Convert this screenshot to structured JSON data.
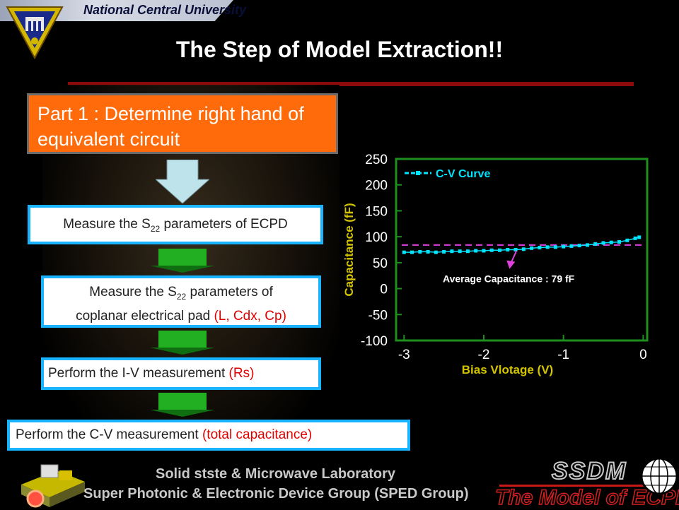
{
  "header": {
    "university": "National Central University",
    "title": "The Step of Model Extraction!!"
  },
  "part1": {
    "text": "Part 1 : Determine right hand of equivalent circuit"
  },
  "steps": {
    "s1": {
      "pre": "Measure the S",
      "sub": "22",
      "post": " parameters of ECPD"
    },
    "s2": {
      "pre": "Measure the S",
      "sub": "22",
      "post": " parameters of",
      "line2": "coplanar electrical pad ",
      "red": "(L, Cdx, Cp)"
    },
    "s3": {
      "text": "Perform the I-V measurement ",
      "red": "(Rs)"
    },
    "s4": {
      "text": "Perform the C-V measurement ",
      "red": "(total capacitance)"
    }
  },
  "colors": {
    "accent_orange": "#ff6a0a",
    "step_border": "#19b4ff",
    "rule": "#8c0a0a",
    "curve": "#00e5ff",
    "avg_line": "#e040e0",
    "axis": "#1e8f1e",
    "axis_label": "#d4c400"
  },
  "chart_data": {
    "type": "line",
    "xlabel": "Bias Vlotage (V)",
    "ylabel": "Capacitance (fF)",
    "xlim": [
      -3.1,
      0.05
    ],
    "ylim": [
      -100,
      250
    ],
    "xticks": [
      "-3",
      "-2",
      "-1",
      "0"
    ],
    "xtick_values": [
      -3,
      -2,
      -1,
      0
    ],
    "yticks": [
      "250",
      "200",
      "150",
      "100",
      "50",
      "0",
      "-50",
      "-100"
    ],
    "ytick_values": [
      250,
      200,
      150,
      100,
      50,
      0,
      -50,
      -100
    ],
    "series": [
      {
        "name": "C-V Curve",
        "x": [
          -3.0,
          -2.9,
          -2.8,
          -2.7,
          -2.6,
          -2.5,
          -2.4,
          -2.3,
          -2.2,
          -2.1,
          -2.0,
          -1.9,
          -1.8,
          -1.7,
          -1.6,
          -1.5,
          -1.4,
          -1.3,
          -1.2,
          -1.1,
          -1.0,
          -0.9,
          -0.8,
          -0.7,
          -0.6,
          -0.5,
          -0.4,
          -0.3,
          -0.2,
          -0.1,
          -0.05
        ],
        "values": [
          70,
          70,
          71,
          71,
          70,
          71,
          72,
          72,
          72,
          73,
          73,
          74,
          74,
          75,
          75,
          76,
          78,
          79,
          80,
          80,
          81,
          82,
          83,
          84,
          86,
          88,
          89,
          90,
          93,
          97,
          99
        ]
      }
    ],
    "reference_line": {
      "y": 84,
      "style": "dashed"
    },
    "annotation": {
      "text": "Average Capacitance : 79 fF",
      "x": -1.5,
      "y": 79
    },
    "grid": false,
    "legend": "top-left"
  },
  "footer": {
    "line1": "Solid stste & Microwave Laboratory",
    "line2": "Super Photonic & Electronic Device Group (SPED Group)",
    "brand": "SSDM",
    "subtitle": "The Model of ECPD"
  }
}
